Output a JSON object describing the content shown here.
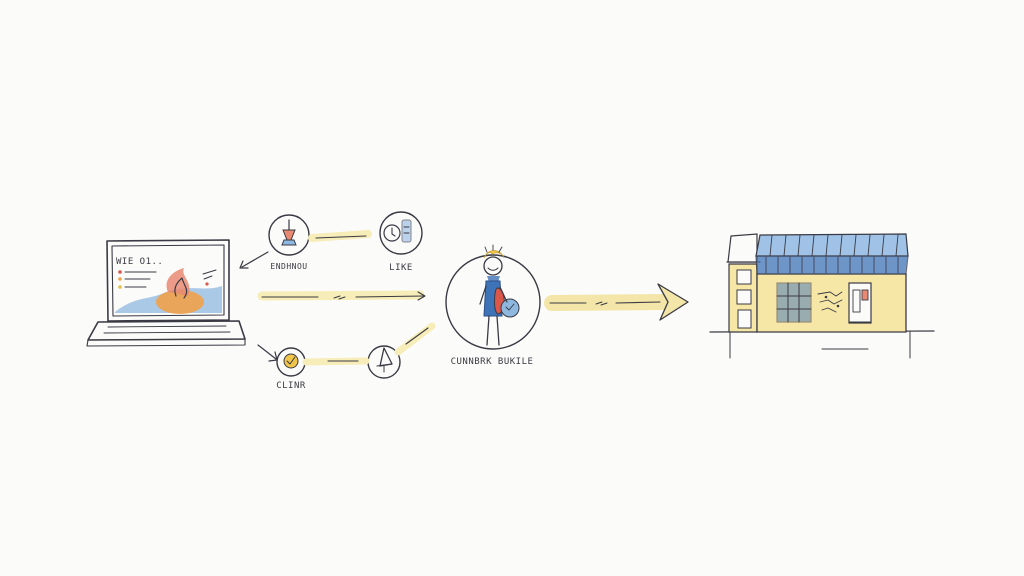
{
  "diagram": {
    "screen_text": "WIE O1..",
    "labels": {
      "node_top_left": "ENDHNOU",
      "node_top_right": "LIKE",
      "node_bottom_left": "CLINR",
      "customer": "CUNNBRK BUKILE"
    },
    "colors": {
      "ink": "#3a3a44",
      "highlight": "#f7edb8",
      "orange": "#f0a24a",
      "red": "#d9584a",
      "blue": "#3f73b8",
      "light_blue": "#8fb8e0",
      "storefront": "#f6e7a6"
    }
  }
}
